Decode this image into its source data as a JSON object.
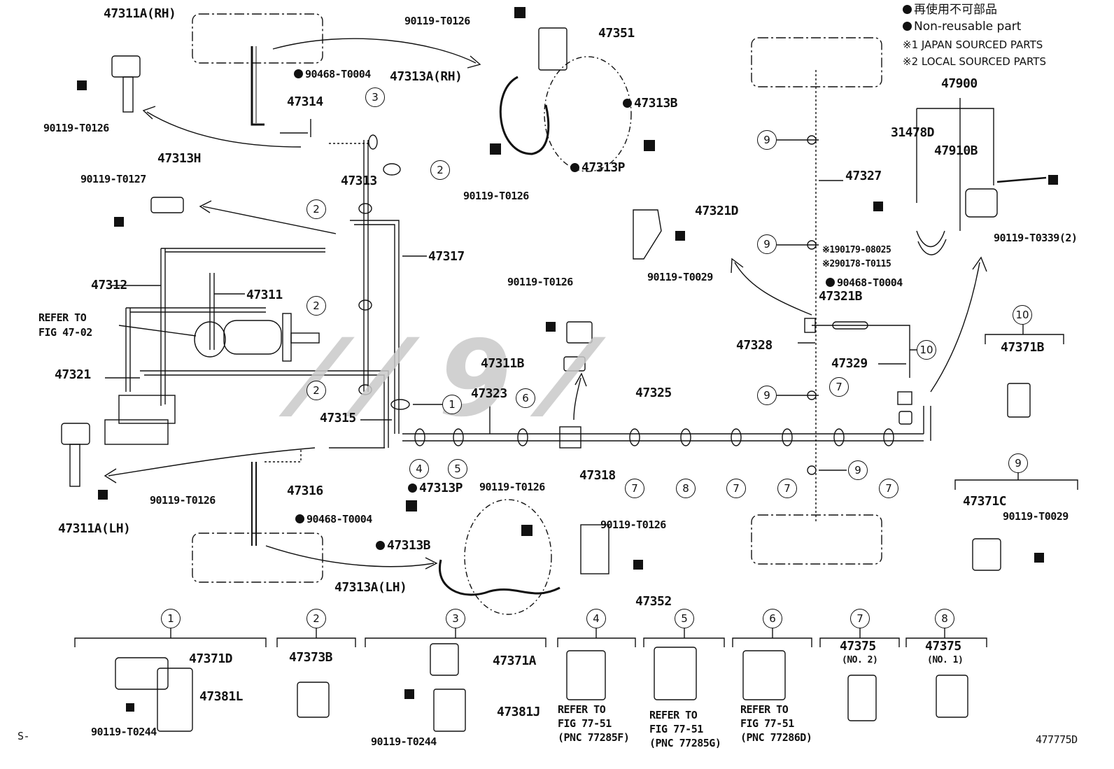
{
  "legend": {
    "non_reusable_jp": "再使用不可部品",
    "non_reusable_en": "Non-reusable part",
    "note1": "※1 JAPAN SOURCED PARTS",
    "note2": "※2 LOCAL SOURCED PARTS"
  },
  "watermark": "ᵍ",
  "labels": {
    "p47311A_RH": "47311A(RH)",
    "p90119_T0126_a": "90119-T0126",
    "p90119_T0126_b": "90119-T0126",
    "p47351": "47351",
    "p90468_a": "90468-T0004",
    "p47313A_RH": "47313A(RH)",
    "p47314": "47314",
    "p47313B_a": "47313B",
    "p47313H": "47313H",
    "p90119_T0127": "90119-T0127",
    "p47313": "47313",
    "p47313P_a": "47313P",
    "p90119_T0126_c": "90119-T0126",
    "p47327": "47327",
    "p31478D": "31478D",
    "p47900": "47900",
    "p47910B": "47910B",
    "p47321D": "47321D",
    "p90119_T0339": "90119-T0339(2)",
    "p47317": "47317",
    "p90119_T0029_a": "90119-T0029",
    "p90179": "※190179-08025",
    "p90178": "※290178-T0115",
    "p47312": "47312",
    "p47311": "47311",
    "p90119_T0126_d": "90119-T0126",
    "p90468_b": "90468-T0004",
    "p47321B": "47321B",
    "refer_fig1": "REFER TO",
    "refer_fig2": "FIG 47-02",
    "p47328": "47328",
    "p47321": "47321",
    "p47311B": "47311B",
    "p47329": "47329",
    "p47371B": "47371B",
    "p47323": "47323",
    "p47325": "47325",
    "p47315": "47315",
    "p47318": "47318",
    "p47316": "47316",
    "p47313P_b": "47313P",
    "p90119_T0126_e": "90119-T0126",
    "p90119_T0126_f": "90119-T0126",
    "p90468_c": "90468-T0004",
    "p47313B_b": "47313B",
    "p90119_T0126_g": "90119-T0126",
    "p47311A_LH": "47311A(LH)",
    "p47313A_LH": "47313A(LH)",
    "p47352": "47352",
    "p47371C": "47371C",
    "p90119_T0029_b": "90119-T0029",
    "p47371D": "47371D",
    "p47381L": "47381L",
    "p90119_T0244_a": "90119-T0244",
    "p47373B": "47373B",
    "p47371A": "47371A",
    "p47381J": "47381J",
    "p90119_T0244_b": "90119-T0244",
    "p4_refer": "REFER TO",
    "p4_fig": "FIG 77-51",
    "p4_pnc": "(PNC 77285F)",
    "p5_refer": "REFER TO",
    "p5_fig": "FIG 77-51",
    "p5_pnc": "(PNC 77285G)",
    "p6_refer": "REFER TO",
    "p6_fig": "FIG 77-51",
    "p6_pnc": "(PNC 77286D)",
    "p47375_2": "47375",
    "p47375_2_no": "(NO. 2)",
    "p47375_1": "47375",
    "p47375_1_no": "(NO. 1)",
    "s_mark": "S-",
    "figure_no": "477775D"
  },
  "callouts": {
    "c1": "1",
    "c2": "2",
    "c3": "3",
    "c4": "4",
    "c5": "5",
    "c6": "6",
    "c7": "7",
    "c8": "8",
    "c9": "9",
    "c10": "10"
  }
}
